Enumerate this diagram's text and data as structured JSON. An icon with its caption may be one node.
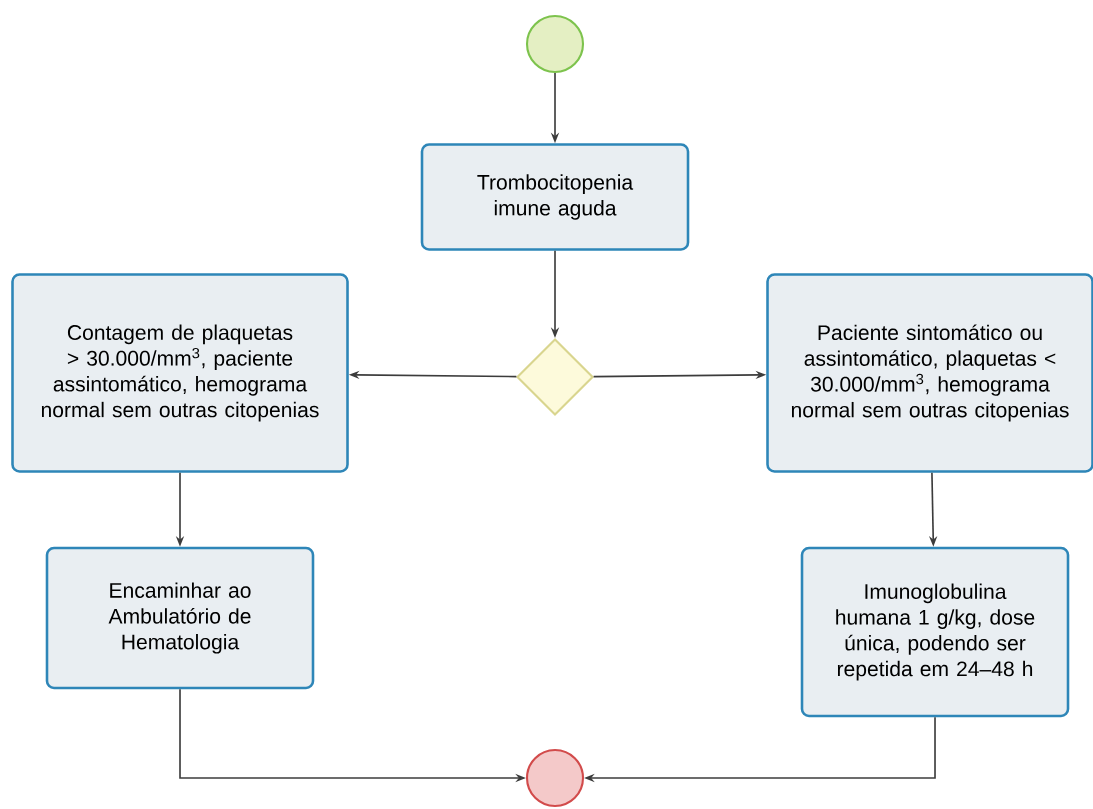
{
  "diagram": {
    "nodes": [
      {
        "text": [],
        "shape": "circle"
      },
      {
        "text": [
          "Trombocitopenia imune aguda"
        ]
      },
      {
        "text": [],
        "shape": "diamond"
      },
      {
        "text": [
          "Contagem de plaquetas > 30.000/mm$^{3}$, paciente assintomático, hemograma normal sem outras citopenias"
        ]
      },
      {
        "text": [
          "Paciente sintomático ou assintomático, plaquetas < 30.000/mm$^{3}$, hemograma normal sem outras citopenias"
        ]
      },
      {
        "text": [
          "Encaminhar ao Ambulatório de Hematologia"
        ]
      },
      {
        "text": [
          "Imunoglobulina humana 1 g/kg, dose única, podendo ser repetida em 24–48 h"
        ]
      },
      {
        "text": [],
        "shape": "circle"
      }
    ],
    "edges": [
      {
        "from": 0,
        "to": 1,
        "arrow": "to"
      },
      {
        "from": 1,
        "to": 2,
        "arrow": "to"
      },
      {
        "from": 2,
        "to": 3,
        "arrow": "to"
      },
      {
        "from": 2,
        "to": 4,
        "arrow": "to"
      },
      {
        "from": 3,
        "to": 5,
        "arrow": "to"
      },
      {
        "from": 4,
        "to": 6,
        "arrow": "to"
      },
      {
        "from": 5,
        "to": 7,
        "arrow": "to"
      },
      {
        "from": 6,
        "to": 7,
        "arrow": "to"
      }
    ]
  }
}
